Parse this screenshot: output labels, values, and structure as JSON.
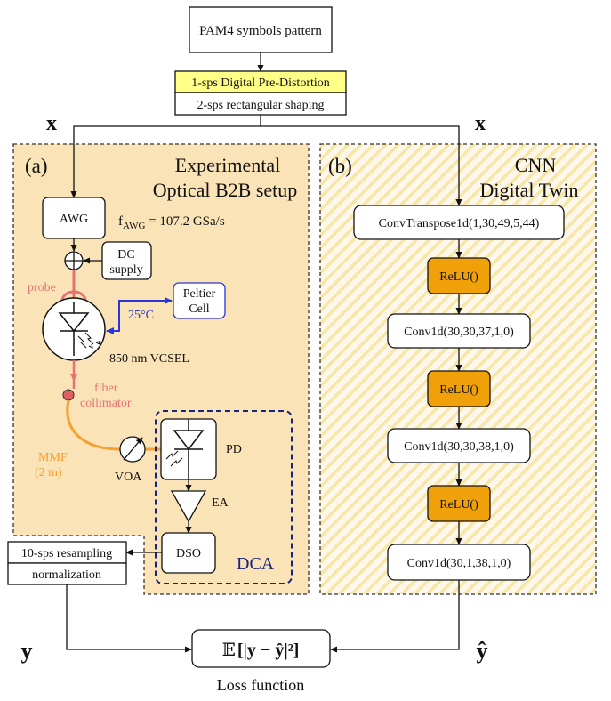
{
  "top_flow": {
    "pam4": "PAM4 symbols pattern",
    "dpd": "1-sps Digital Pre-Distortion",
    "shaping": "2-sps rectangular shaping"
  },
  "signals": {
    "x_left": "x",
    "x_right": "x",
    "y": "y",
    "y_hat": "ŷ"
  },
  "panel_a": {
    "tag": "(a)",
    "title_1": "Experimental",
    "title_2": "Optical B2B setup",
    "awg": "AWG",
    "fawg_prefix": "f",
    "fawg_sub": "AWG",
    "fawg_value": " = 107.2 GSa/s",
    "dc_1": "DC",
    "dc_2": "supply",
    "probe": "probe",
    "peltier_1": "Peltier",
    "peltier_2": "Cell",
    "temp": "25°C",
    "vcsel": "850 nm VCSEL",
    "fiber_1": "fiber",
    "fiber_2": "collimator",
    "mmf_1": "MMF",
    "mmf_2": "(2 m)",
    "voa": "VOA",
    "pd": "PD",
    "ea": "EA",
    "dso": "DSO",
    "dca": "DCA"
  },
  "resampling": {
    "line_1": "10-sps resampling",
    "line_2": "normalization"
  },
  "panel_b": {
    "tag": "(b)",
    "title_1": "CNN",
    "title_2": "Digital Twin",
    "layers": [
      "ConvTranspose1d(1,30,49,5,44)",
      "ReLU()",
      "Conv1d(30,30,37,1,0)",
      "ReLU()",
      "Conv1d(30,30,38,1,0)",
      "ReLU()",
      "Conv1d(30,1,38,1,0)"
    ]
  },
  "loss": {
    "expr_E": "𝔼",
    "expr_body": "[|y − ŷ|²]",
    "label": "Loss function"
  },
  "colors": {
    "panel_a_bg": "#fbe3b8",
    "panel_b_hatch": "#f7e6a8",
    "dpd_fill": "#ffff88",
    "relu_fill": "#f0a10a",
    "probe_line": "#e57373",
    "mmf_line": "#f5a033",
    "peltier_blue": "#2a36d6",
    "dca_blue": "#1a237e"
  },
  "icons": [
    "adder-icon",
    "vcsel-icon",
    "photodiode-icon",
    "amplifier-icon",
    "attenuator-icon",
    "fiber-collimator-icon"
  ]
}
